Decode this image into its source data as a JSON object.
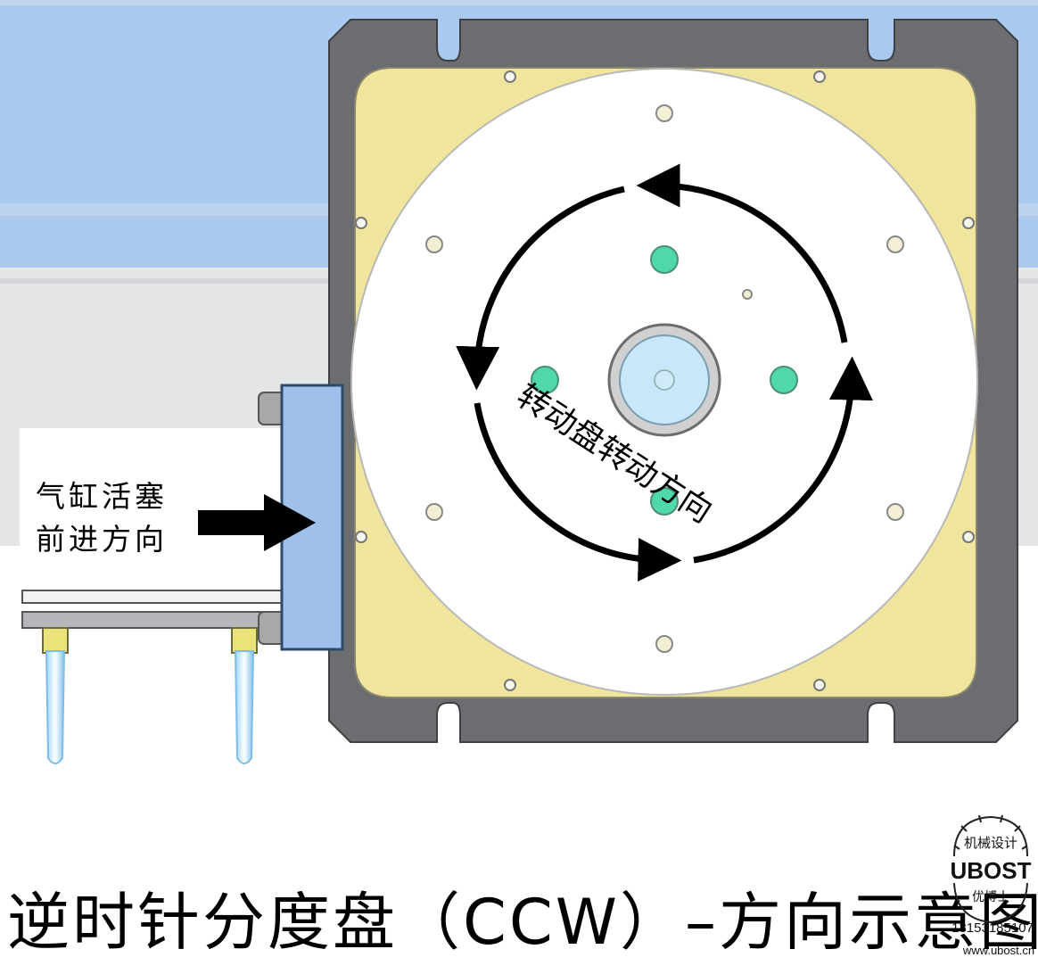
{
  "labels": {
    "rotation_direction": "转动盘转动方向",
    "cylinder_line1": "气缸活塞",
    "cylinder_line2": "前进方向"
  },
  "caption": "逆时针分度盘（CCW）–方向示意图",
  "logo": {
    "top_text": "机械设计",
    "brand": "UBOST",
    "bottom_text": "优博士",
    "phone": "13153185107",
    "url": "www.ubost.cn"
  },
  "colors": {
    "background_blue": "#a8c8ef",
    "background_grey": "#e3e4e6",
    "base_plate": "#6b6d70",
    "yellow_plate": "#efe59c",
    "rotary_disc": "#ffffff",
    "hub": "#c9e7f8",
    "positioning_holes": "#4fd9a8",
    "cylinder_block": "#9ec0ea",
    "arrows": "#000000"
  }
}
